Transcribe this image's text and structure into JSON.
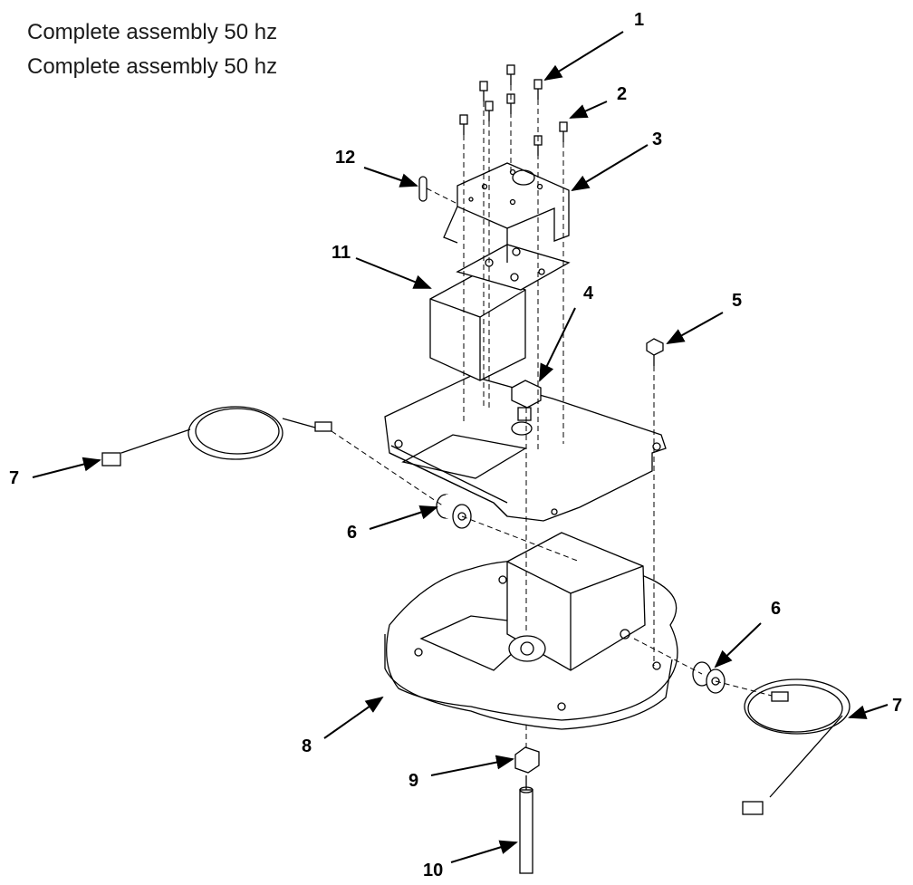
{
  "titles": [
    "Complete assembly 50 hz",
    "Complete assembly 50 hz"
  ],
  "callouts": [
    {
      "id": "1",
      "label": "1"
    },
    {
      "id": "2",
      "label": "2"
    },
    {
      "id": "3",
      "label": "3"
    },
    {
      "id": "4",
      "label": "4"
    },
    {
      "id": "5",
      "label": "5"
    },
    {
      "id": "6a",
      "label": "6"
    },
    {
      "id": "6b",
      "label": "6"
    },
    {
      "id": "7a",
      "label": "7"
    },
    {
      "id": "7b",
      "label": "7"
    },
    {
      "id": "8",
      "label": "8"
    },
    {
      "id": "9",
      "label": "9"
    },
    {
      "id": "10",
      "label": "10"
    },
    {
      "id": "11",
      "label": "11"
    },
    {
      "id": "12",
      "label": "12"
    }
  ],
  "colors": {
    "line": "#000000",
    "fill": "#ffffff",
    "text": "#1a1a1a"
  }
}
